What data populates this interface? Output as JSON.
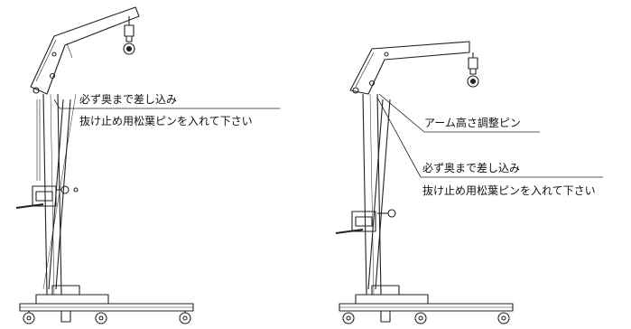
{
  "left_crane": {
    "callout_line1": "必ず奥まで差し込み",
    "callout_line2": "抜け止め用松葉ピンを入れて下さい"
  },
  "right_crane": {
    "height_pin_label": "アーム高さ調整ピン",
    "callout_line1": "必ず奥まで差し込み",
    "callout_line2": "抜け止め用松葉ピンを入れて下さい"
  }
}
